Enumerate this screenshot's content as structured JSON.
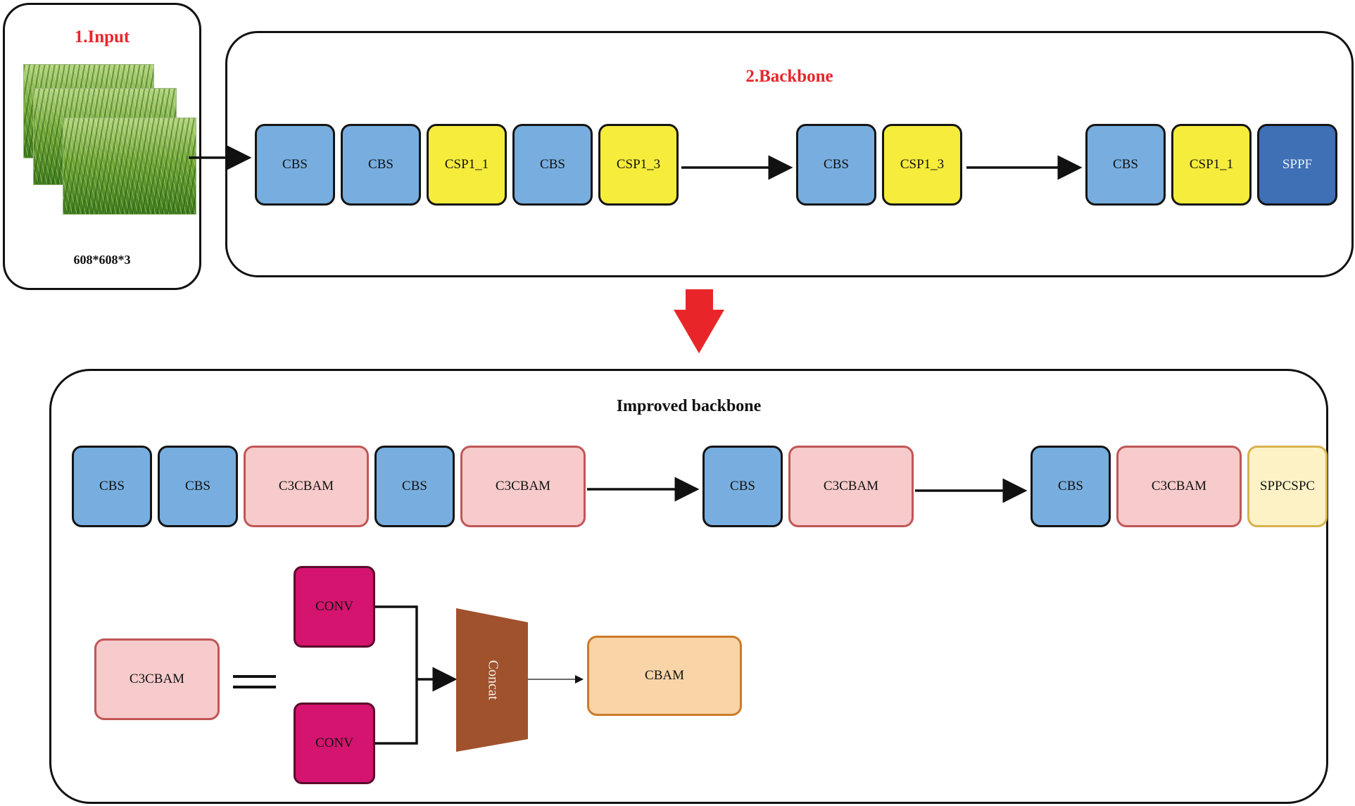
{
  "input_panel": {
    "title": "1.Input",
    "size_label": "608*608*3",
    "image_desc": "rice-field-images"
  },
  "backbone_panel": {
    "title": "2.Backbone",
    "blocks": [
      "CBS",
      "CBS",
      "CSP1_1",
      "CBS",
      "CSP1_3",
      "CBS",
      "CSP1_3",
      "CBS",
      "CSP1_1",
      "SPPF"
    ]
  },
  "improved_panel": {
    "title": "Improved backbone",
    "blocks": [
      "CBS",
      "CBS",
      "C3CBAM",
      "CBS",
      "C3CBAM",
      "CBS",
      "C3CBAM",
      "CBS",
      "C3CBAM",
      "SPPCSPC"
    ]
  },
  "c3cbam_detail": {
    "lhs": "C3CBAM",
    "conv_top": "CONV",
    "conv_bottom": "CONV",
    "concat": "Concat",
    "cbam": "CBAM"
  },
  "colors": {
    "title_red": "#e8262a",
    "cbs_blue": "#77aedf",
    "csp_yellow": "#f5ec3c",
    "sppf_blue": "#3f6fb4",
    "c3cbam_pink": "#f7cbcb",
    "sppcspc_cream": "#fdf2c6",
    "conv_magenta": "#d4146e",
    "concat_brown": "#a0522d",
    "cbam_peach": "#f8d4a7",
    "down_arrow_red": "#e8262a"
  }
}
